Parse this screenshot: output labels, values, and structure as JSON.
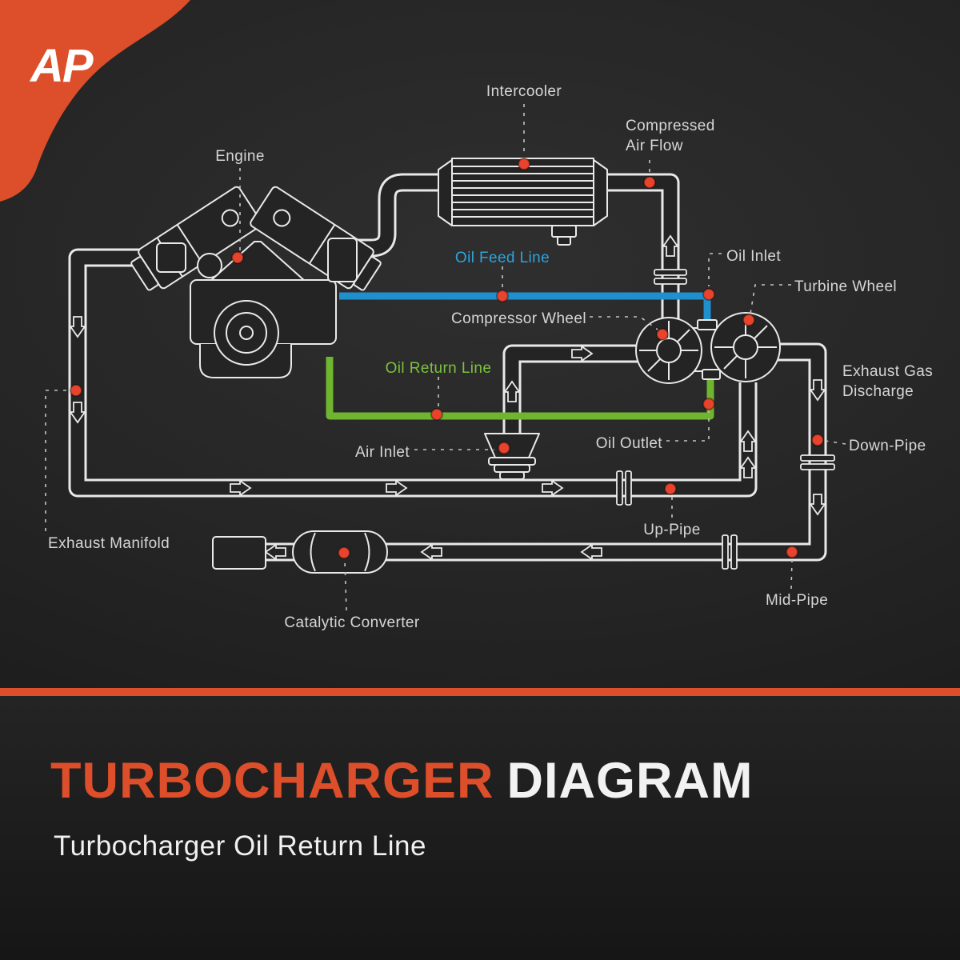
{
  "brand": {
    "logo_text": "AP"
  },
  "diagram": {
    "labels": {
      "engine": "Engine",
      "intercooler": "Intercooler",
      "compressed_air_flow": "Compressed\nAir Flow",
      "oil_feed_line": "Oil Feed Line",
      "compressor_wheel": "Compressor Wheel",
      "oil_inlet": "Oil Inlet",
      "turbine_wheel": "Turbine Wheel",
      "oil_return_line": "Oil Return Line",
      "exhaust_gas_discharge": "Exhaust Gas\nDischarge",
      "air_inlet": "Air Inlet",
      "oil_outlet": "Oil Outlet",
      "down_pipe": "Down-Pipe",
      "up_pipe": "Up-Pipe",
      "exhaust_manifold": "Exhaust Manifold",
      "mid_pipe": "Mid-Pipe",
      "catalytic_converter": "Catalytic Converter"
    },
    "line_colors": {
      "oil_feed": "#1f8fce",
      "oil_return": "#6fb52f",
      "marker": "#e8432c",
      "linework": "#e9e9e9"
    }
  },
  "footer": {
    "title_primary": "TURBOCHARGER",
    "title_secondary": "DIAGRAM",
    "subtitle": "Turbocharger Oil Return Line",
    "accent_color": "#dd4e2a"
  }
}
